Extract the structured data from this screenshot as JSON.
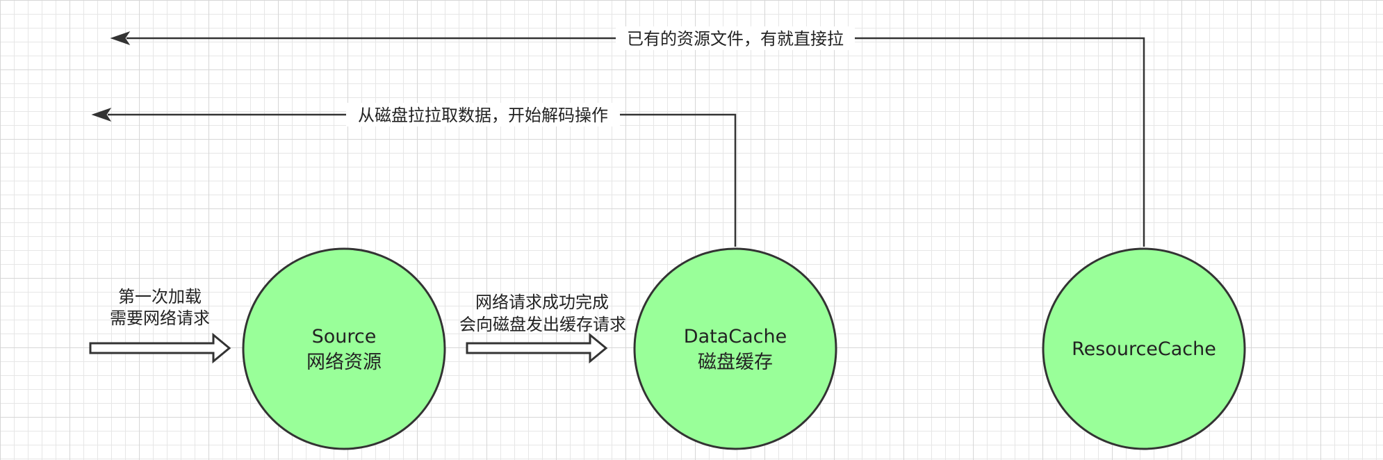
{
  "nodes": {
    "source": {
      "line1": "Source",
      "line2": "网络资源"
    },
    "datacache": {
      "line1": "DataCache",
      "line2": "磁盘缓存"
    },
    "resourcecache": {
      "line1": "ResourceCache"
    }
  },
  "edges": {
    "resource_pull": "已有的资源文件，有就直接拉",
    "disk_decode": "从磁盘拉拉取数据，开始解码操作"
  },
  "notes": {
    "first_load": {
      "line1": "第一次加载",
      "line2": "需要网络请求"
    },
    "network_done": {
      "line1": "网络请求成功完成",
      "line2": "会向磁盘发出缓存请求"
    }
  },
  "colors": {
    "node_fill": "#99ff99",
    "stroke": "#333333"
  }
}
